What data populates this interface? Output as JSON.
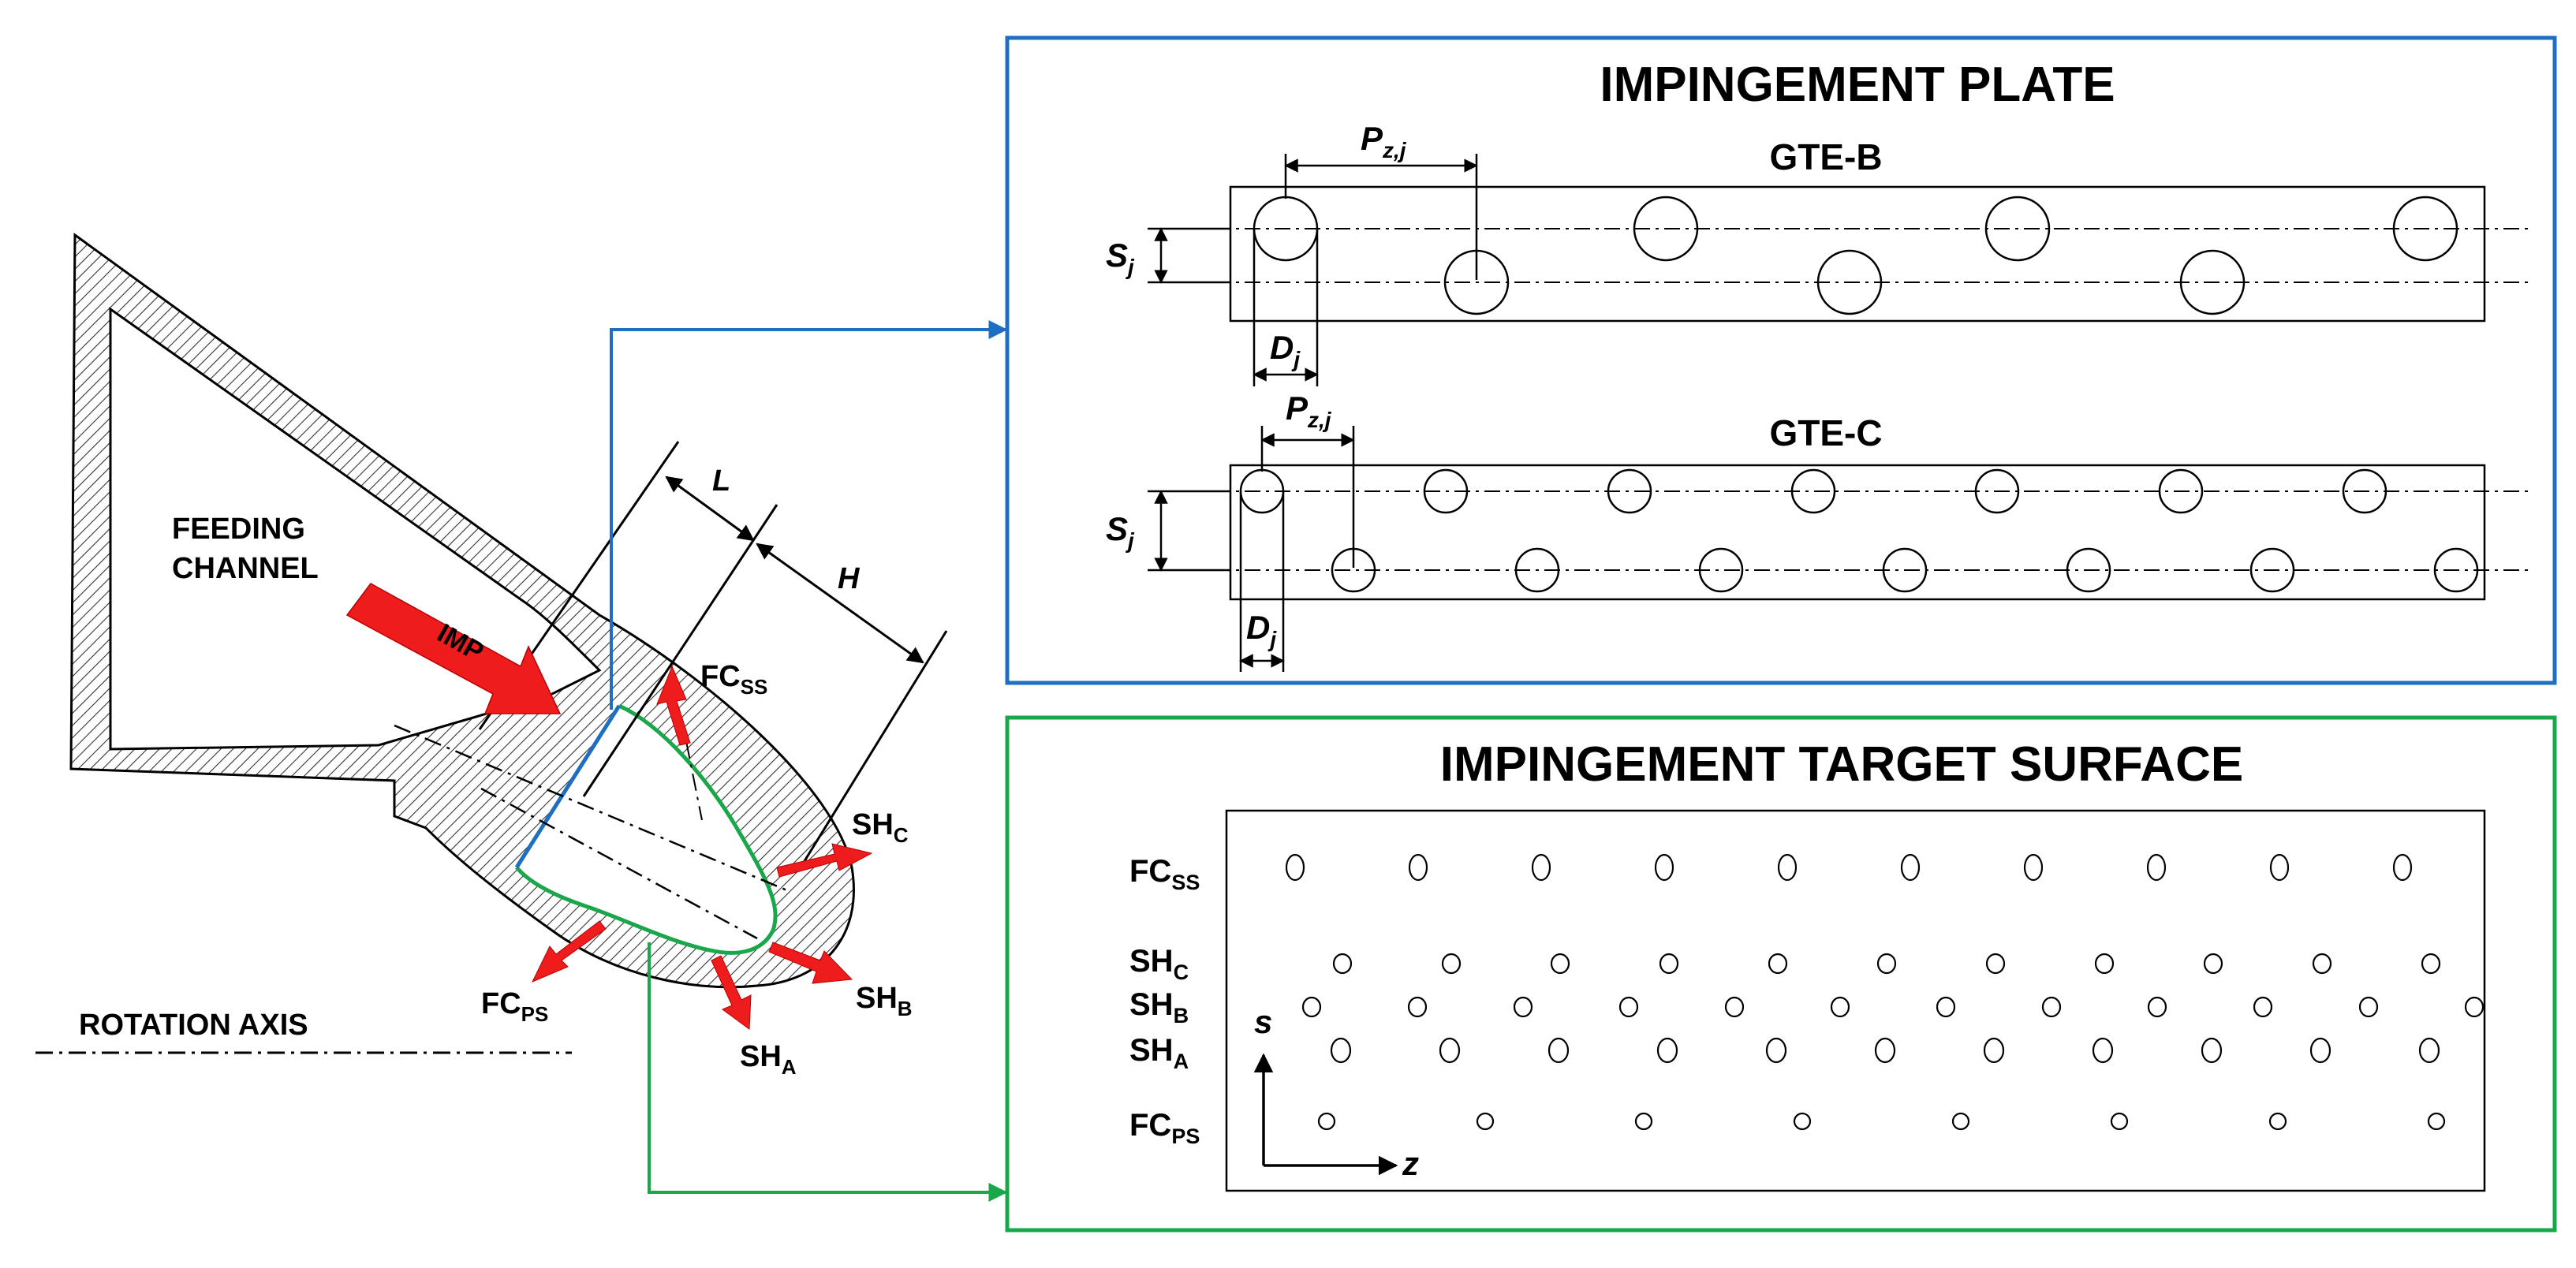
{
  "left": {
    "feeding_channel": [
      "FEEDING",
      "CHANNEL"
    ],
    "rotation_axis": "ROTATION AXIS",
    "imp": "IMP",
    "dim_L": "L",
    "dim_H": "H",
    "jets": {
      "fc_ss": {
        "base": "FC",
        "sub": "SS"
      },
      "sh_c": {
        "base": "SH",
        "sub": "C"
      },
      "sh_b": {
        "base": "SH",
        "sub": "B"
      },
      "sh_a": {
        "base": "SH",
        "sub": "A"
      },
      "fc_ps": {
        "base": "FC",
        "sub": "PS"
      }
    }
  },
  "plate": {
    "title": "IMPINGEMENT PLATE",
    "gte_b": {
      "label": "GTE-B",
      "pitch": "P",
      "pitch_sub": "z,j",
      "spacing": "S",
      "spacing_sub": "j",
      "diameter": "D",
      "diameter_sub": "j"
    },
    "gte_c": {
      "label": "GTE-C",
      "pitch": "P",
      "pitch_sub": "z,j",
      "spacing": "S",
      "spacing_sub": "j",
      "diameter": "D",
      "diameter_sub": "j"
    }
  },
  "target": {
    "title": "IMPINGEMENT TARGET SURFACE",
    "rows": [
      {
        "base": "FC",
        "sub": "SS"
      },
      {
        "base": "SH",
        "sub": "C"
      },
      {
        "base": "SH",
        "sub": "B"
      },
      {
        "base": "SH",
        "sub": "A"
      },
      {
        "base": "FC",
        "sub": "PS"
      }
    ],
    "axis_s": "s",
    "axis_z": "z"
  },
  "colors": {
    "plate_frame": "#1f6fc0",
    "target_frame": "#1aa64a",
    "jet_arrow": "#ee1c1c",
    "hatch": "#333333"
  }
}
